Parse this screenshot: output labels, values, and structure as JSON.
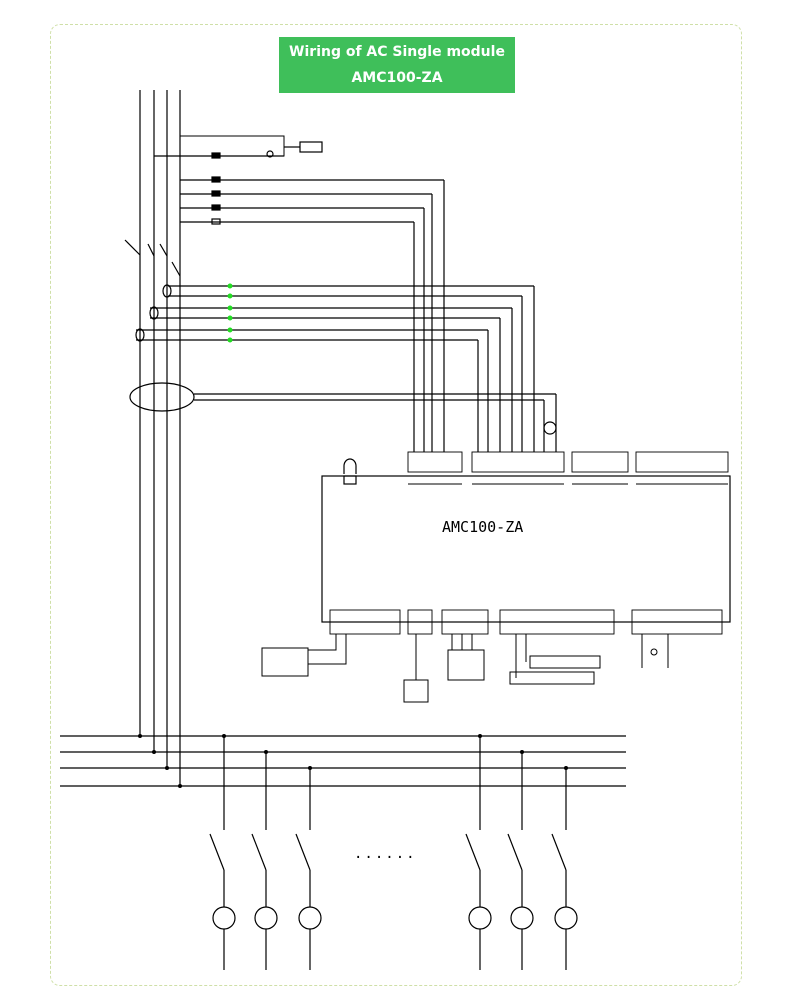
{
  "title": {
    "line1": "Wiring of AC Single module",
    "line2": "AMC100-ZA"
  },
  "colors": {
    "title_bg": "#3fbf5a",
    "title_text": "#ffffff",
    "wire": "#000000",
    "fuse_dot": "#22dd22",
    "frame_border": "#cfe0a8"
  },
  "device": {
    "model_label": "AMC100-ZA"
  },
  "breakers": {
    "dots_label": "······"
  }
}
